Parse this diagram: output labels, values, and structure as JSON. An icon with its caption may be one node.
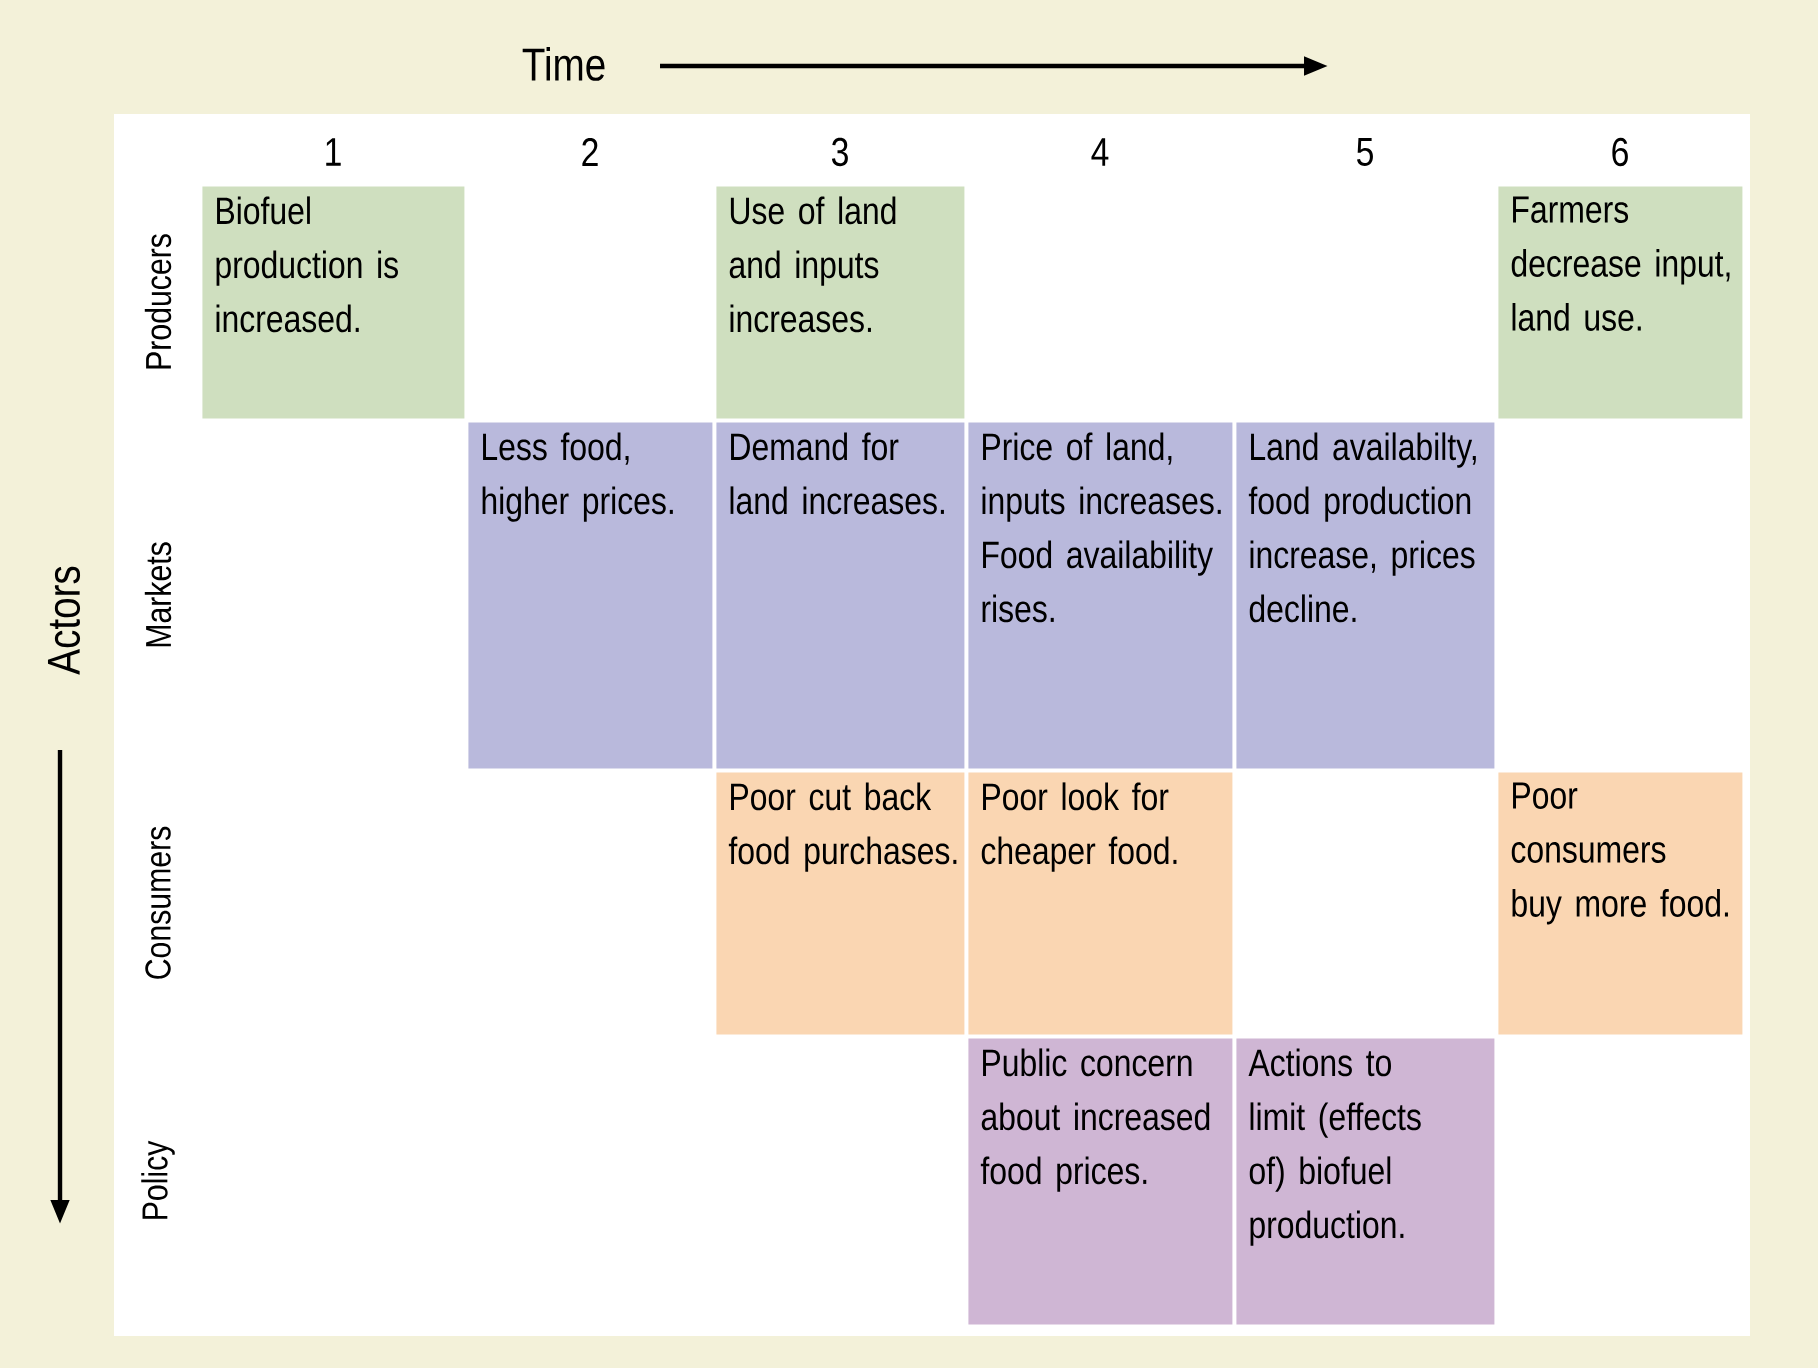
{
  "diagram": {
    "nodes": [
      {
        "text": [
          "Biofuel production is increased."
        ]
      },
      {
        "text": [
          "Use of land and inputs increases."
        ]
      },
      {
        "text": [
          "Farmers decrease input, land use."
        ]
      },
      {
        "text": [
          "Less food, higher prices."
        ]
      },
      {
        "text": [
          "Demand for land increases."
        ]
      },
      {
        "text": [
          "Price of land, inputs increases. Food availability rises."
        ]
      },
      {
        "text": [
          "Land availabilty, food production increase, prices decline."
        ]
      },
      {
        "text": [
          "Poor cut back food purchases."
        ]
      },
      {
        "text": [
          "Poor look for cheaper food."
        ]
      },
      {
        "text": [
          "Poor consumers buy more food."
        ]
      },
      {
        "text": [
          "Public concern about increased food prices."
        ]
      },
      {
        "text": [
          "Actions to limit (effects of) biofuel production."
        ]
      }
    ],
    "labels": [
      "Time",
      "1",
      "2",
      "3",
      "4",
      "5",
      "6",
      "Actors",
      "Producers",
      "Markets",
      "Consumers",
      "Policy"
    ]
  }
}
